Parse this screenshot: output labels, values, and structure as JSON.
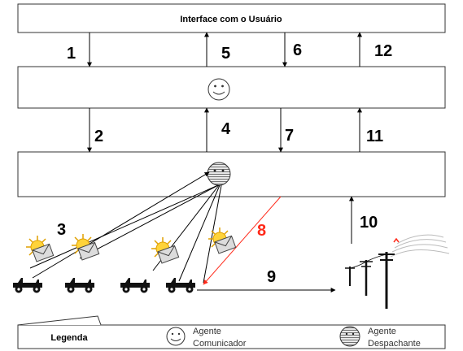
{
  "header": {
    "title": "Interface com o Usuário"
  },
  "steps": [
    "1",
    "2",
    "3",
    "4",
    "5",
    "6",
    "7",
    "8",
    "9",
    "10",
    "11",
    "12"
  ],
  "legend": {
    "title": "Legenda",
    "communicator_line1": "Agente",
    "communicator_line2": "Comunicador",
    "dispatcher_line1": "Agente",
    "dispatcher_line2": "Despachante"
  },
  "colors": {
    "highlight": "#ff2a1a",
    "stroke": "#000000",
    "dispatcher_fill": "#d9d9d9",
    "sun": "#ffd33a",
    "envelope": "#dcdcdc"
  },
  "icons": {
    "communicator": "smiley-face-icon",
    "dispatcher": "striped-face-icon",
    "vehicle": "jeep-icon",
    "message": "sun-envelope-icon",
    "power": "power-line-icon"
  }
}
